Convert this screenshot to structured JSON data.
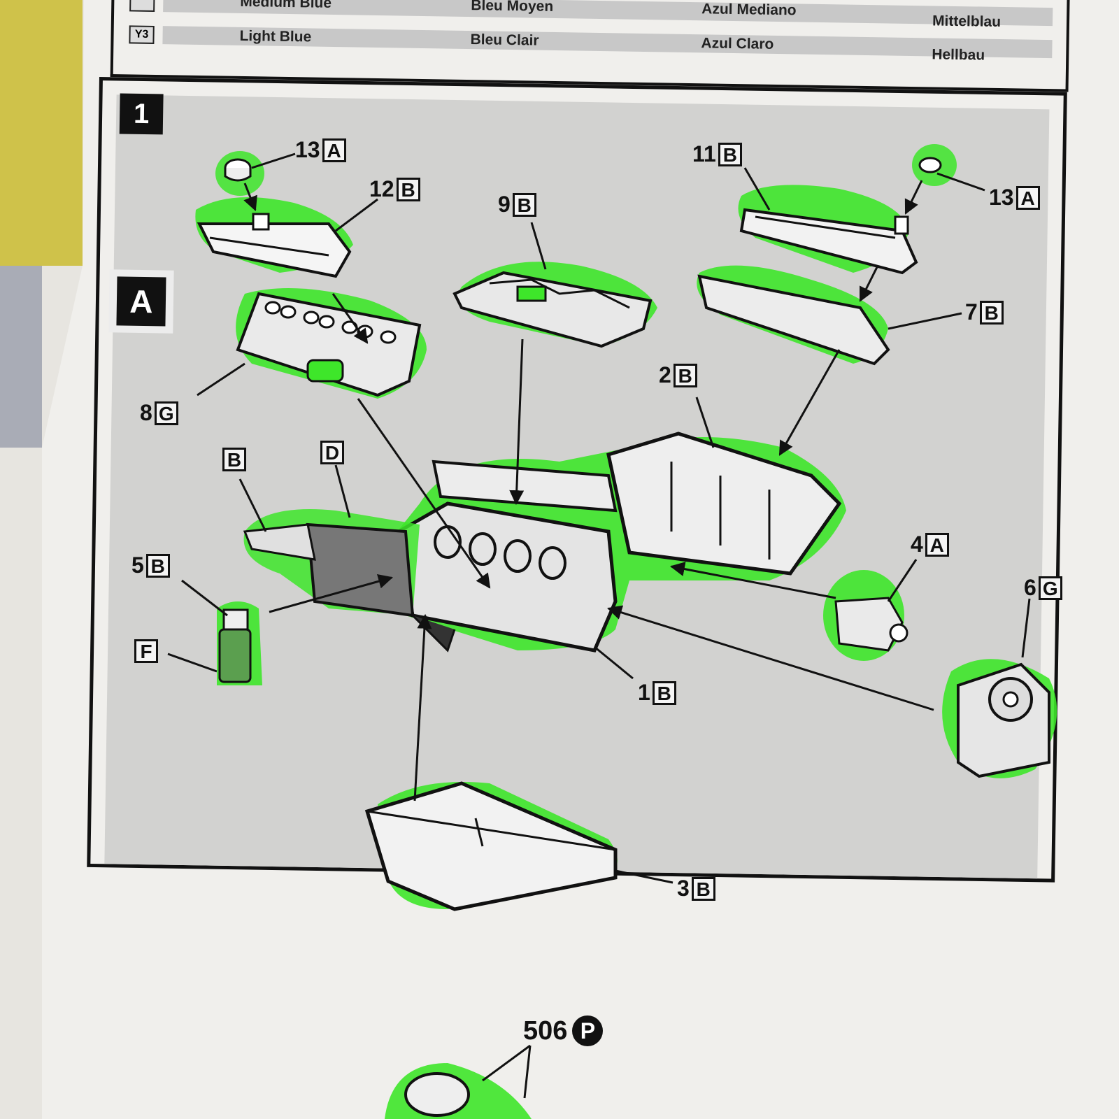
{
  "color_table": {
    "partial_row": {
      "col1": "Medium Blue",
      "col2": "Bleu Moyen",
      "col3": "Azul Mediano",
      "col4": "Mittelblau"
    },
    "row_y3": {
      "code": "Y3",
      "col1": "Light Blue",
      "col2": "Bleu Clair",
      "col3": "Azul Claro",
      "col4": "Hellbau"
    }
  },
  "step": {
    "number": "1",
    "subassembly": "A"
  },
  "parts": [
    {
      "num": "13",
      "letter": "A"
    },
    {
      "num": "12",
      "letter": "B"
    },
    {
      "num": "9",
      "letter": "B"
    },
    {
      "num": "11",
      "letter": "B"
    },
    {
      "num": "13",
      "letter": "A"
    },
    {
      "num": "7",
      "letter": "B"
    },
    {
      "num": "2",
      "letter": "B"
    },
    {
      "num": "8",
      "letter": "G"
    },
    {
      "num": "",
      "letter": "B"
    },
    {
      "num": "",
      "letter": "D"
    },
    {
      "num": "5",
      "letter": "B"
    },
    {
      "num": "",
      "letter": "F"
    },
    {
      "num": "4",
      "letter": "A"
    },
    {
      "num": "6",
      "letter": "G"
    },
    {
      "num": "1",
      "letter": "B"
    },
    {
      "num": "3",
      "letter": "B"
    }
  ],
  "callout": {
    "num": "506",
    "letter": "P"
  },
  "colors": {
    "highlight": "#3ee62a",
    "line": "#111111"
  }
}
